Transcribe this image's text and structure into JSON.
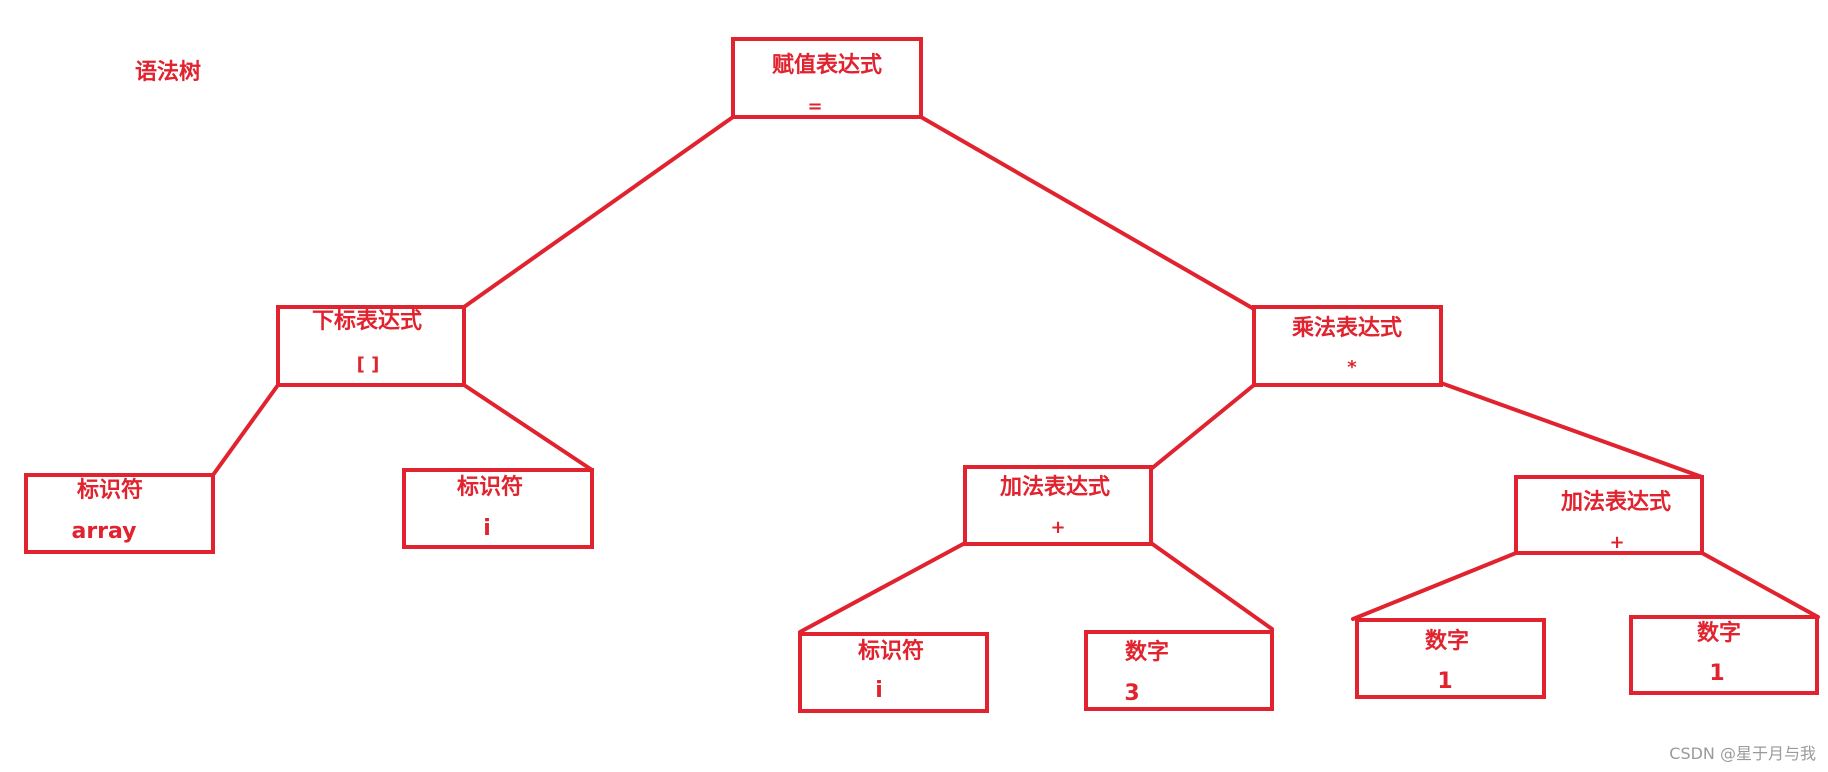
{
  "title": "语法树",
  "watermark": "CSDN @星于月与我",
  "colors": {
    "stroke": "#e0232f",
    "text": "#e0232f",
    "background": "#ffffff",
    "watermark": "#9a9a9a"
  },
  "nodes": {
    "assign": {
      "label": "赋值表达式",
      "op": "="
    },
    "subscript": {
      "label": "下标表达式",
      "op": "[  ]"
    },
    "multiply": {
      "label": "乘法表达式",
      "op": "*"
    },
    "ident_array": {
      "label": "标识符",
      "op": "array"
    },
    "ident_i": {
      "label": "标识符",
      "op": "i"
    },
    "add_left": {
      "label": "加法表达式",
      "op": "+"
    },
    "add_right": {
      "label": "加法表达式",
      "op": "+"
    },
    "ident_i_2": {
      "label": "标识符",
      "op": "i"
    },
    "num_3": {
      "label": "数字",
      "op": "3"
    },
    "num_1a": {
      "label": "数字",
      "op": "1"
    },
    "num_1b": {
      "label": "数字",
      "op": "1"
    }
  },
  "edges": [
    [
      "assign",
      "subscript"
    ],
    [
      "assign",
      "multiply"
    ],
    [
      "subscript",
      "ident_array"
    ],
    [
      "subscript",
      "ident_i"
    ],
    [
      "multiply",
      "add_left"
    ],
    [
      "multiply",
      "add_right"
    ],
    [
      "add_left",
      "ident_i_2"
    ],
    [
      "add_left",
      "num_3"
    ],
    [
      "add_right",
      "num_1a"
    ],
    [
      "add_right",
      "num_1b"
    ]
  ]
}
